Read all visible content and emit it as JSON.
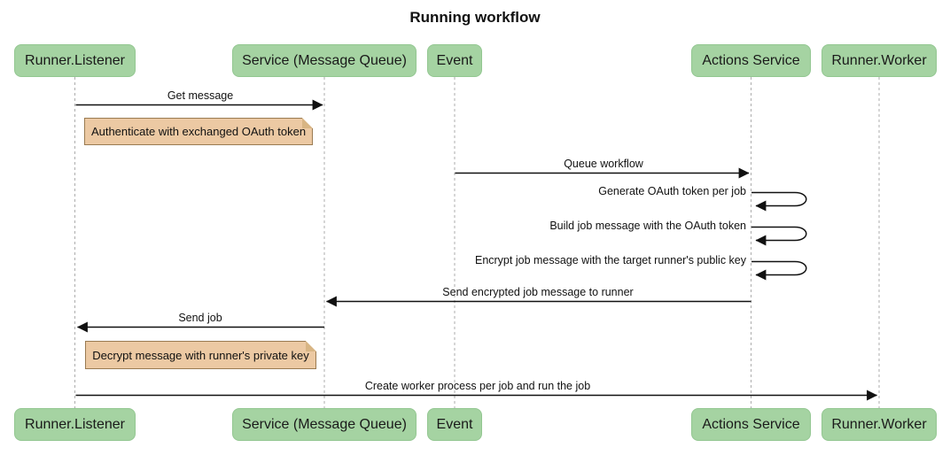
{
  "title": "Running workflow",
  "diagram_type": "sequence-diagram",
  "colors": {
    "actor_fill": "#a5d3a2",
    "actor_border": "#93c791",
    "note_fill": "#ecc9a3",
    "note_border": "#9a7b52",
    "lifeline": "#adadad",
    "arrow": "#111111",
    "background": "#ffffff"
  },
  "actors": [
    {
      "label": "Runner.Listener"
    },
    {
      "label": "Service (Message Queue)"
    },
    {
      "label": "Event"
    },
    {
      "label": "Actions Service"
    },
    {
      "label": "Runner.Worker"
    }
  ],
  "messages": [
    {
      "label": "Get message",
      "from": "Runner.Listener",
      "to": "Service (Message Queue)",
      "kind": "arrow"
    },
    {
      "label": "Queue workflow",
      "from": "Event",
      "to": "Actions Service",
      "kind": "arrow"
    },
    {
      "label": "Generate OAuth token per job",
      "from": "Actions Service",
      "to": "Actions Service",
      "kind": "self"
    },
    {
      "label": "Build job message with the OAuth token",
      "from": "Actions Service",
      "to": "Actions Service",
      "kind": "self"
    },
    {
      "label": "Encrypt job message with the target runner's public key",
      "from": "Actions Service",
      "to": "Actions Service",
      "kind": "self"
    },
    {
      "label": "Send encrypted job message to runner",
      "from": "Actions Service",
      "to": "Service (Message Queue)",
      "kind": "arrow"
    },
    {
      "label": "Send job",
      "from": "Service (Message Queue)",
      "to": "Runner.Listener",
      "kind": "arrow"
    },
    {
      "label": "Create worker process per job and run the job",
      "from": "Runner.Listener",
      "to": "Runner.Worker",
      "kind": "arrow"
    }
  ],
  "notes": [
    {
      "text": "Authenticate with exchanged OAuth token"
    },
    {
      "text": "Decrypt message with runner's private key"
    }
  ]
}
